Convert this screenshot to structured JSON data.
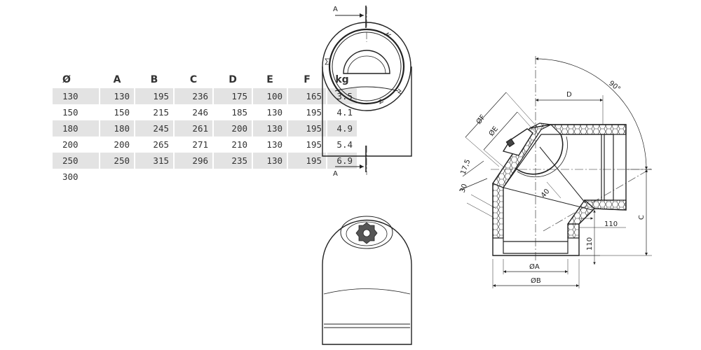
{
  "table": {
    "headers": [
      "Ø",
      "A",
      "B",
      "C",
      "D",
      "E",
      "F",
      "kg"
    ],
    "rows": [
      [
        "130",
        "130",
        "195",
        "236",
        "175",
        "100",
        "165",
        "3.5"
      ],
      [
        "150",
        "150",
        "215",
        "246",
        "185",
        "130",
        "195",
        "4.1"
      ],
      [
        "180",
        "180",
        "245",
        "261",
        "200",
        "130",
        "195",
        "4.9"
      ],
      [
        "200",
        "200",
        "265",
        "271",
        "210",
        "130",
        "195",
        "5.4"
      ],
      [
        "250",
        "250",
        "315",
        "296",
        "235",
        "130",
        "195",
        "6.9"
      ],
      [
        "300",
        "",
        "",
        "",
        "",
        "",
        "",
        ""
      ]
    ]
  },
  "section_labels": {
    "top": "A",
    "bottom": "A"
  },
  "dimensions": {
    "angle": "90°",
    "d": "D",
    "phi_f": "ØF",
    "phi_e": "ØE",
    "d17_5": "17,5",
    "d30": "30",
    "d40": "40",
    "d110_h": "110",
    "d110_v": "110",
    "c": "C",
    "phi_a": "ØA",
    "phi_b": "ØB"
  },
  "colors": {
    "line": "#222222",
    "table_shade": "#e3e3e3",
    "text": "#333333"
  }
}
